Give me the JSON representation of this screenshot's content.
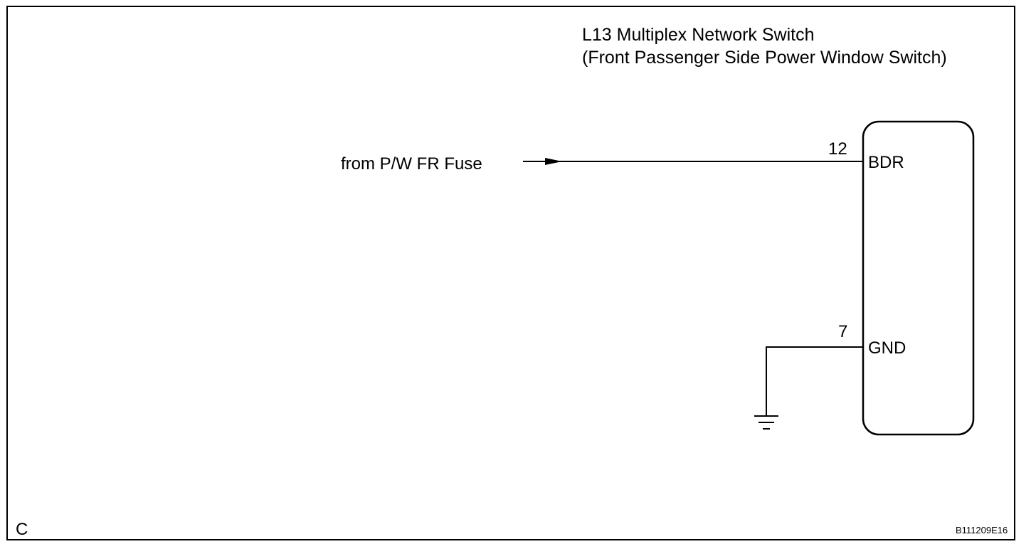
{
  "component": {
    "title_line1": "L13 Multiplex Network Switch",
    "title_line2": "(Front Passenger Side Power Window  Switch)"
  },
  "pins": [
    {
      "number": "12",
      "name": "BDR"
    },
    {
      "number": "7",
      "name": "GND"
    }
  ],
  "source_label": "from P/W FR Fuse",
  "corner_letter": "C",
  "ref_code": "B111209E16",
  "colors": {
    "line": "#000000",
    "background": "#ffffff"
  }
}
